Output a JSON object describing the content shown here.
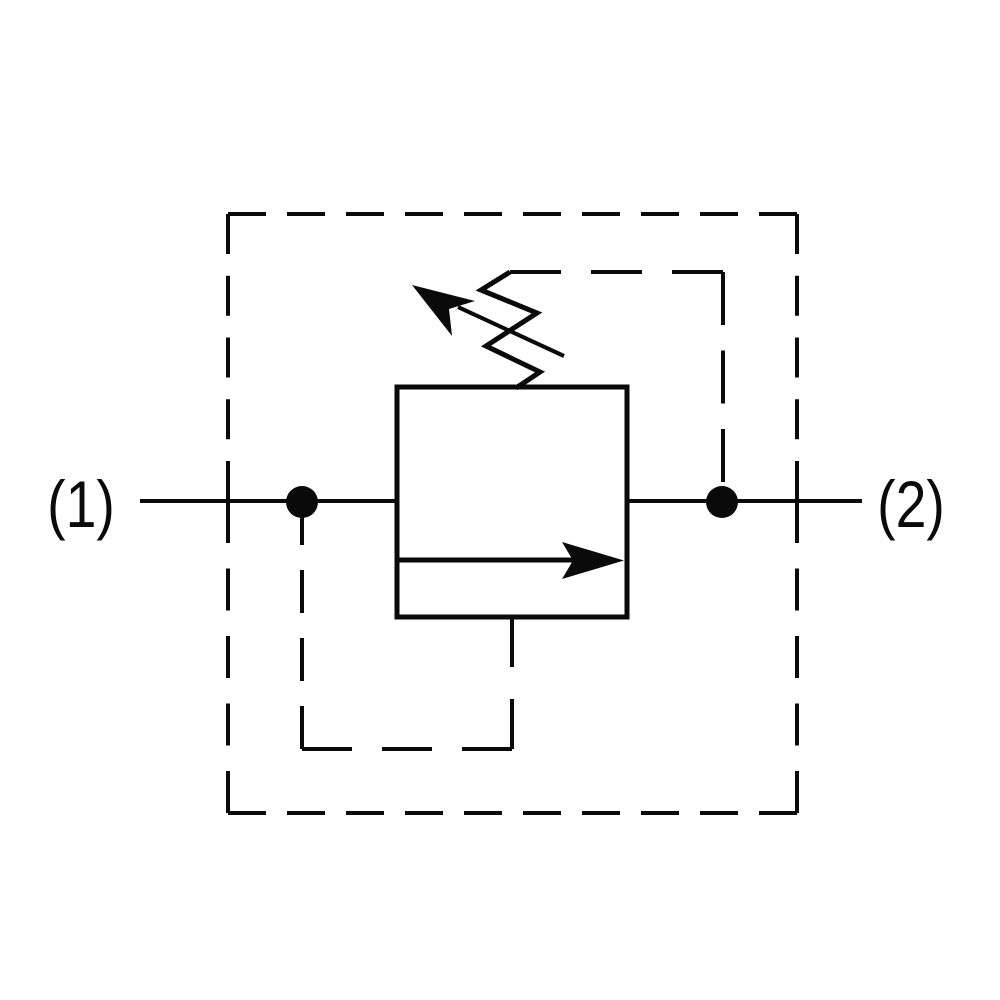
{
  "diagram": {
    "type": "hydraulic-schematic",
    "description": "Pilot-operated, spring-adjustable pressure relief valve symbol with dashed enclosure boundary and pilot/drain lines",
    "ports": {
      "left": "(1)",
      "right": "(2)"
    },
    "colors": {
      "line": "#0a0a0a",
      "background": "#ffffff"
    },
    "components": [
      "enclosure-boundary",
      "valve-body",
      "flow-arrow",
      "adjustable-spring",
      "spring-adjustment-arrow",
      "upper-drain-line",
      "lower-pilot-line",
      "junction-dot-left",
      "junction-dot-right"
    ]
  }
}
